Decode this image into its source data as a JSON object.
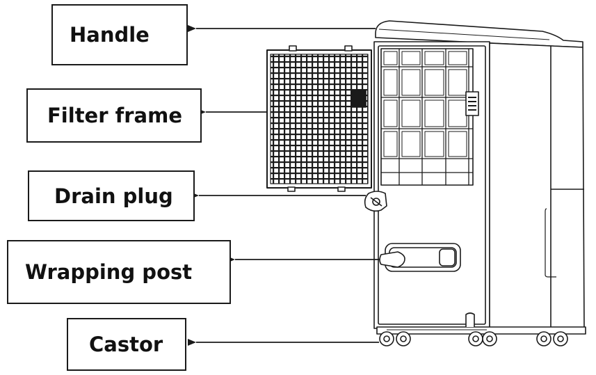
{
  "labels": {
    "handle": "Handle",
    "filter_frame": "Filter frame",
    "drain_plug": "Drain plug",
    "wrapping_post": "Wrapping post",
    "castor": "Castor"
  },
  "colors": {
    "line": "#1a1a1a",
    "background": "#ffffff"
  }
}
